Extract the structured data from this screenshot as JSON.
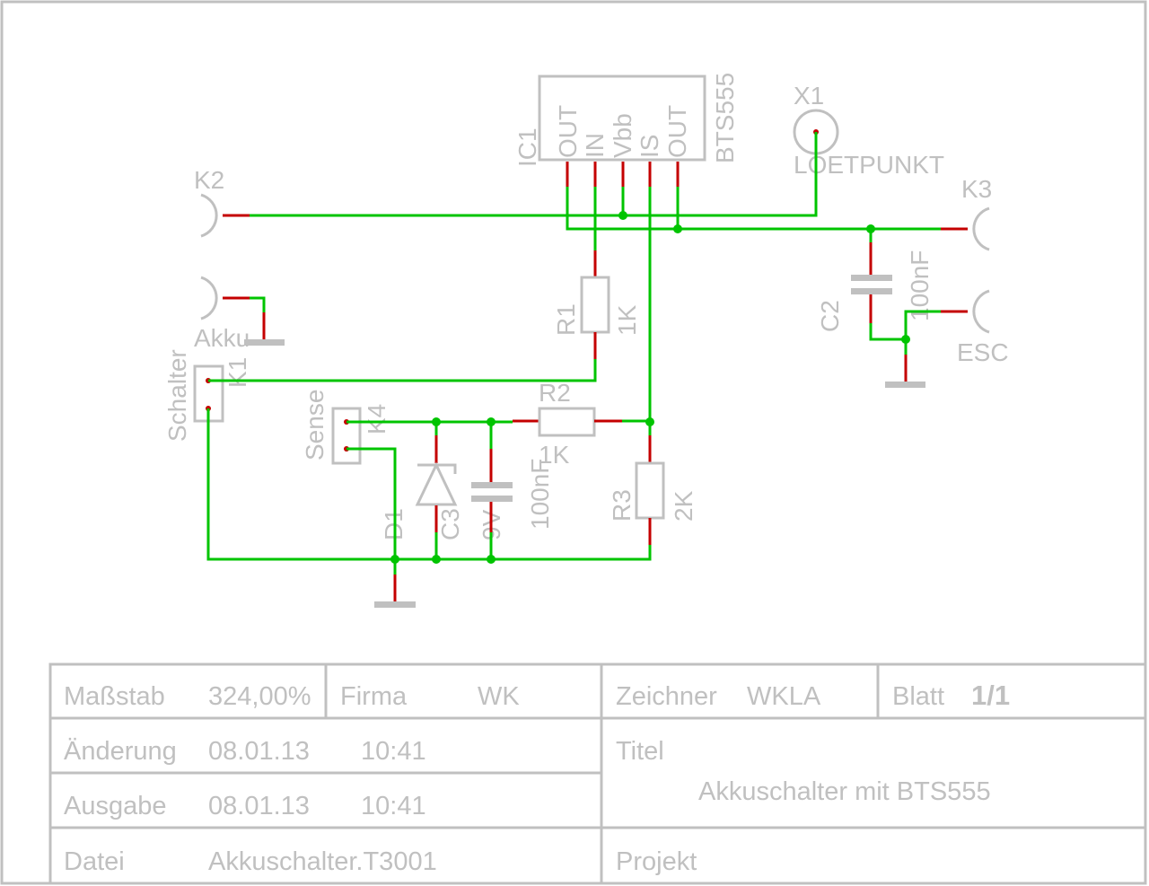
{
  "schematic": {
    "ic1": {
      "ref": "IC1",
      "value": "BTS555",
      "pins": [
        "OUT",
        "IN",
        "Vbb",
        "IS",
        "OUT"
      ]
    },
    "x1": {
      "ref": "X1",
      "value": "LOETPUNKT"
    },
    "k1": {
      "ref": "K1",
      "value": "Schalter"
    },
    "k2": {
      "ref": "K2"
    },
    "k2b": {
      "value": "Akku"
    },
    "k3": {
      "ref": "K3"
    },
    "k3b": {
      "value": "ESC"
    },
    "k4": {
      "ref": "K4",
      "value": "Sense"
    },
    "r1": {
      "ref": "R1",
      "value": "1K"
    },
    "r2": {
      "ref": "R2",
      "value": "1K"
    },
    "r3": {
      "ref": "R3",
      "value": "2K"
    },
    "c2": {
      "ref": "C2",
      "value": "100nF"
    },
    "c3": {
      "ref": "C3",
      "value": "100nF"
    },
    "d1": {
      "ref": "D1",
      "value": "9V"
    },
    "colors": {
      "wire": "#00c400",
      "pin": "#c40000",
      "symbol": "#c0c0c0"
    }
  },
  "title_block": {
    "scale_label": "Maßstab",
    "scale_value": "324,00%",
    "company_label": "Firma",
    "company_value": "WK",
    "drawer_label": "Zeichner",
    "drawer_value": "WKLA",
    "sheet_label": "Blatt",
    "sheet_value": "1/1",
    "changed_label": "Änderung",
    "changed_date": "08.01.13",
    "changed_time": "10:41",
    "issued_label": "Ausgabe",
    "issued_date": "08.01.13",
    "issued_time": "10:41",
    "file_label": "Datei",
    "file_value": "Akkuschalter.T3001",
    "title_label": "Titel",
    "title_value": "Akkuschalter mit BTS555",
    "project_label": "Projekt"
  }
}
